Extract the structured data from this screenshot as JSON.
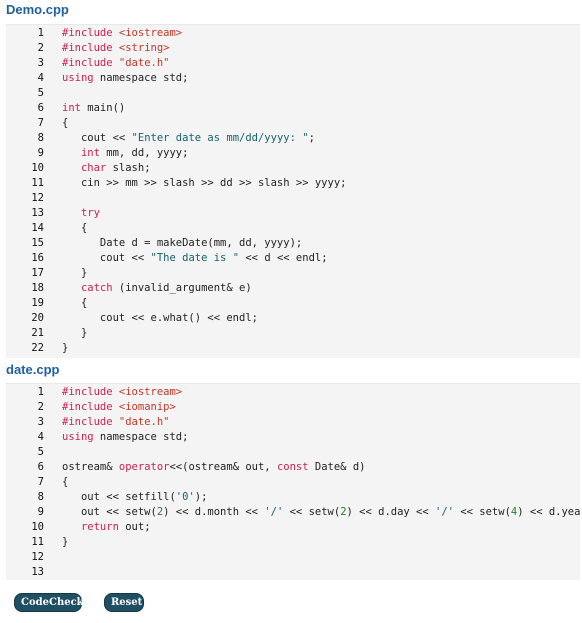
{
  "files": [
    {
      "title": "Demo.cpp",
      "lines": [
        {
          "n": "1",
          "parts": [
            {
              "c": "kw",
              "t": "#include "
            },
            {
              "c": "str",
              "t": "<iostream>"
            }
          ]
        },
        {
          "n": "2",
          "parts": [
            {
              "c": "kw",
              "t": "#include "
            },
            {
              "c": "str",
              "t": "<string>"
            }
          ]
        },
        {
          "n": "3",
          "parts": [
            {
              "c": "kw",
              "t": "#include "
            },
            {
              "c": "str",
              "t": "\"date.h\""
            }
          ]
        },
        {
          "n": "4",
          "parts": [
            {
              "c": "kw",
              "t": "using"
            },
            {
              "c": "",
              "t": " namespace std;"
            }
          ]
        },
        {
          "n": "5",
          "parts": []
        },
        {
          "n": "6",
          "parts": [
            {
              "c": "kw",
              "t": "int"
            },
            {
              "c": "",
              "t": " main()"
            }
          ]
        },
        {
          "n": "7",
          "parts": [
            {
              "c": "",
              "t": "{"
            }
          ]
        },
        {
          "n": "8",
          "parts": [
            {
              "c": "",
              "t": "   cout << "
            },
            {
              "c": "strt",
              "t": "\"Enter date as mm/dd/yyyy: \""
            },
            {
              "c": "",
              "t": ";"
            }
          ]
        },
        {
          "n": "9",
          "parts": [
            {
              "c": "",
              "t": "   "
            },
            {
              "c": "kw",
              "t": "int"
            },
            {
              "c": "",
              "t": " mm, dd, yyyy;"
            }
          ]
        },
        {
          "n": "10",
          "parts": [
            {
              "c": "",
              "t": "   "
            },
            {
              "c": "kw",
              "t": "char"
            },
            {
              "c": "",
              "t": " slash;"
            }
          ]
        },
        {
          "n": "11",
          "parts": [
            {
              "c": "",
              "t": "   cin >> mm >> slash >> dd >> slash >> yyyy;"
            }
          ]
        },
        {
          "n": "12",
          "parts": []
        },
        {
          "n": "13",
          "parts": [
            {
              "c": "",
              "t": "   "
            },
            {
              "c": "kw",
              "t": "try"
            }
          ]
        },
        {
          "n": "14",
          "parts": [
            {
              "c": "",
              "t": "   {"
            }
          ]
        },
        {
          "n": "15",
          "parts": [
            {
              "c": "",
              "t": "      Date d = makeDate(mm, dd, yyyy);"
            }
          ]
        },
        {
          "n": "16",
          "parts": [
            {
              "c": "",
              "t": "      cout << "
            },
            {
              "c": "strt",
              "t": "\"The date is \""
            },
            {
              "c": "",
              "t": " << d << endl;"
            }
          ]
        },
        {
          "n": "17",
          "parts": [
            {
              "c": "",
              "t": "   }"
            }
          ]
        },
        {
          "n": "18",
          "parts": [
            {
              "c": "",
              "t": "   "
            },
            {
              "c": "kw",
              "t": "catch"
            },
            {
              "c": "",
              "t": " (invalid_argument& e)"
            }
          ]
        },
        {
          "n": "19",
          "parts": [
            {
              "c": "",
              "t": "   {"
            }
          ]
        },
        {
          "n": "20",
          "parts": [
            {
              "c": "",
              "t": "      cout << e.what() << endl;"
            }
          ]
        },
        {
          "n": "21",
          "parts": [
            {
              "c": "",
              "t": "   }"
            }
          ]
        },
        {
          "n": "22",
          "parts": [
            {
              "c": "",
              "t": "}"
            }
          ]
        }
      ]
    },
    {
      "title": "date.cpp",
      "lines": [
        {
          "n": "1",
          "parts": [
            {
              "c": "kw",
              "t": "#include "
            },
            {
              "c": "str",
              "t": "<iostream>"
            }
          ]
        },
        {
          "n": "2",
          "parts": [
            {
              "c": "kw",
              "t": "#include "
            },
            {
              "c": "str",
              "t": "<iomanip>"
            }
          ]
        },
        {
          "n": "3",
          "parts": [
            {
              "c": "kw",
              "t": "#include "
            },
            {
              "c": "str",
              "t": "\"date.h\""
            }
          ]
        },
        {
          "n": "4",
          "parts": [
            {
              "c": "kw",
              "t": "using"
            },
            {
              "c": "",
              "t": " namespace std;"
            }
          ]
        },
        {
          "n": "5",
          "parts": []
        },
        {
          "n": "6",
          "parts": [
            {
              "c": "",
              "t": "ostream& "
            },
            {
              "c": "kw",
              "t": "operator"
            },
            {
              "c": "",
              "t": "<<(ostream& out, "
            },
            {
              "c": "kw",
              "t": "const"
            },
            {
              "c": "",
              "t": " Date& d)"
            }
          ]
        },
        {
          "n": "7",
          "parts": [
            {
              "c": "",
              "t": "{"
            }
          ]
        },
        {
          "n": "8",
          "parts": [
            {
              "c": "",
              "t": "   out << setfill("
            },
            {
              "c": "strt",
              "t": "'0'"
            },
            {
              "c": "",
              "t": ");"
            }
          ]
        },
        {
          "n": "9",
          "parts": [
            {
              "c": "",
              "t": "   out << setw("
            },
            {
              "c": "num",
              "t": "2"
            },
            {
              "c": "",
              "t": ") << d.month << "
            },
            {
              "c": "strt",
              "t": "'/'"
            },
            {
              "c": "",
              "t": " << setw("
            },
            {
              "c": "num",
              "t": "2"
            },
            {
              "c": "",
              "t": ") << d.day << "
            },
            {
              "c": "strt",
              "t": "'/'"
            },
            {
              "c": "",
              "t": " << setw("
            },
            {
              "c": "num",
              "t": "4"
            },
            {
              "c": "",
              "t": ") << d.year;"
            }
          ]
        },
        {
          "n": "10",
          "parts": [
            {
              "c": "",
              "t": "   "
            },
            {
              "c": "kw",
              "t": "return"
            },
            {
              "c": "",
              "t": " out;"
            }
          ]
        },
        {
          "n": "11",
          "parts": [
            {
              "c": "",
              "t": "}"
            }
          ]
        },
        {
          "n": "12",
          "parts": []
        },
        {
          "n": "13",
          "parts": []
        }
      ]
    }
  ],
  "buttons": {
    "codecheck_label": "CodeCheck",
    "reset_label": "Reset"
  }
}
